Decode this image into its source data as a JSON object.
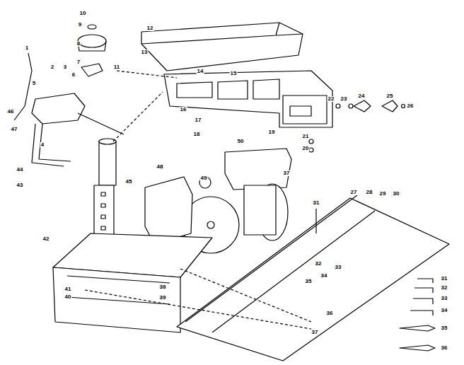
{
  "diagram": {
    "labels": [
      "10",
      "9",
      "8",
      "7",
      "11",
      "6",
      "12",
      "13",
      "14",
      "15",
      "1",
      "2",
      "3",
      "5",
      "47",
      "46",
      "4",
      "44",
      "43",
      "45",
      "42",
      "41",
      "40",
      "48",
      "49",
      "50",
      "16",
      "17",
      "18",
      "19",
      "21",
      "20",
      "22",
      "23",
      "24",
      "25",
      "26",
      "37",
      "31",
      "27",
      "28",
      "29",
      "30",
      "32",
      "33",
      "34",
      "35",
      "38",
      "39",
      "36",
      "37",
      "31",
      "32",
      "33",
      "34",
      "35",
      "36"
    ]
  }
}
